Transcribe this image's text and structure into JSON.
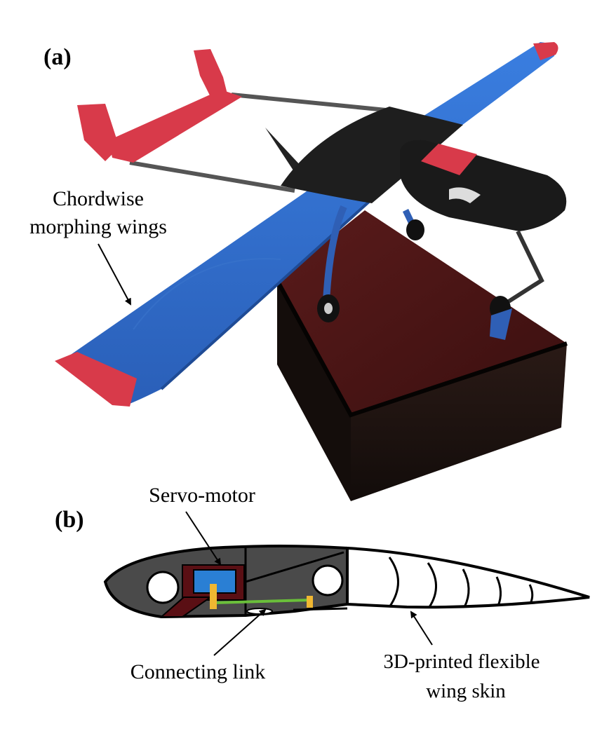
{
  "panel_a": {
    "label": "(a)",
    "annotation_line1": "Chordwise",
    "annotation_line2": "morphing wings"
  },
  "panel_b": {
    "label": "(b)",
    "servo_label": "Servo-motor",
    "link_label": "Connecting link",
    "skin_label_line1": "3D-printed flexible",
    "skin_label_line2": "wing skin"
  },
  "colors": {
    "wing_blue": "#2f6fd0",
    "fuselage_black": "#1e1e1e",
    "tip_red": "#d83a4a",
    "box_brown": "#3a1414",
    "airfoil_gray": "#4a4a4a",
    "servo_blue": "#2a7fd4",
    "servo_frame": "#5a0f14",
    "link_green": "#6abf3a",
    "horn_yellow": "#f0b732"
  }
}
